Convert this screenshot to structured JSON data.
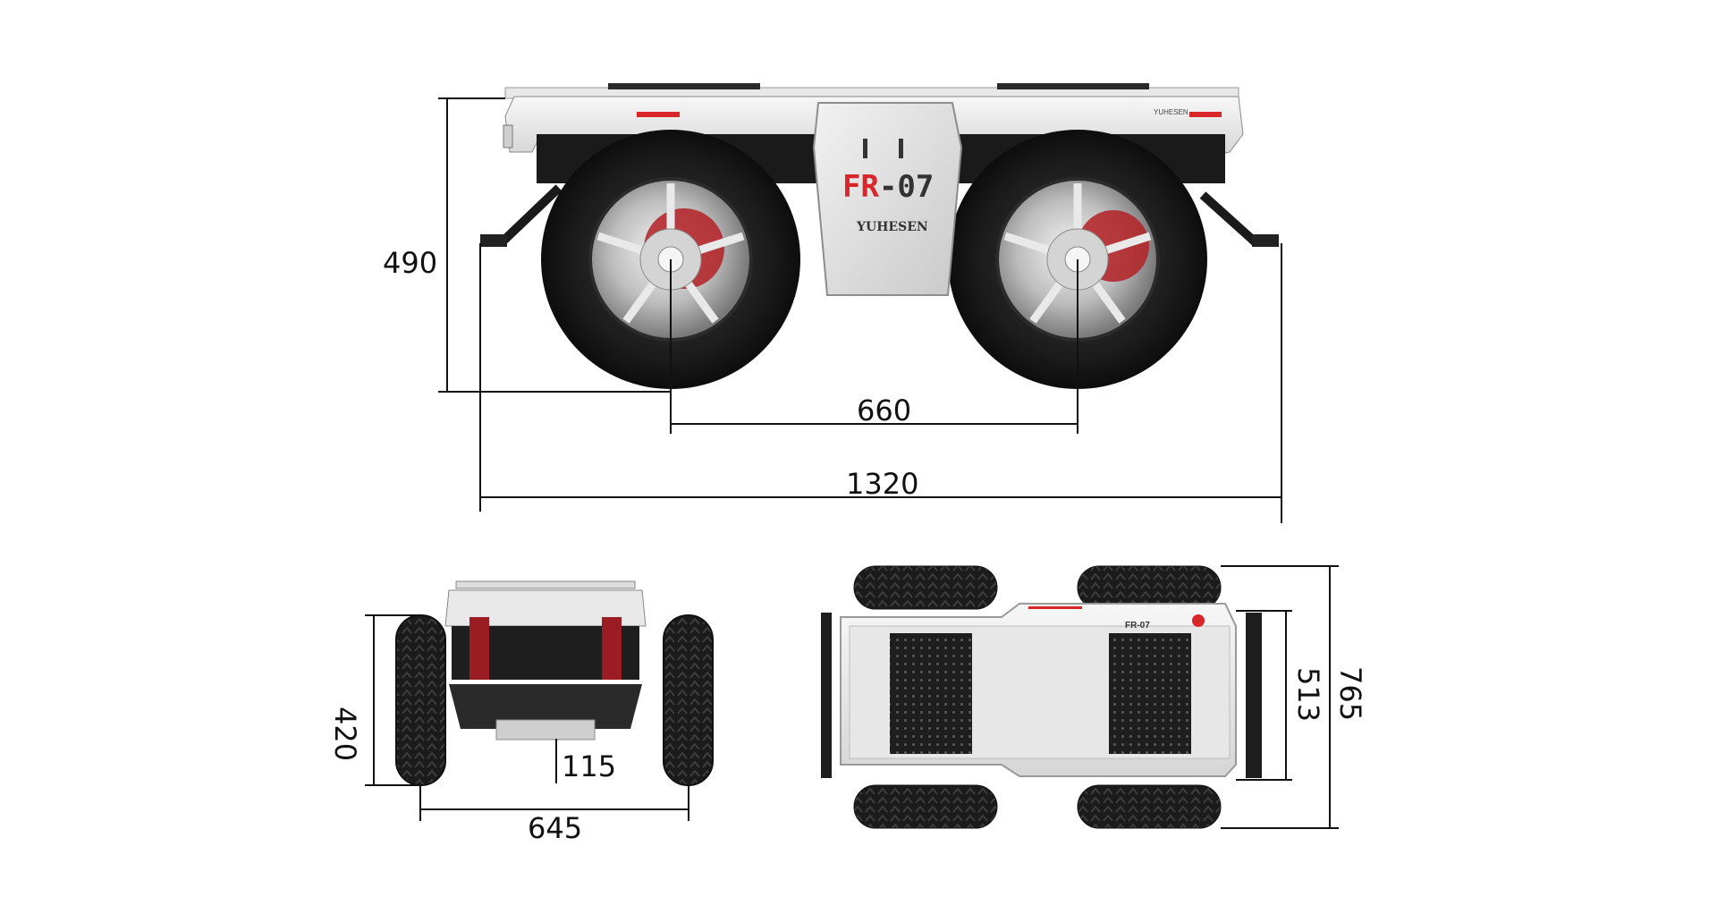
{
  "product": {
    "model_label": "FR-07",
    "model_prefix": "FR",
    "model_suffix": "-07",
    "brand_label": "YUHESEN",
    "deck_brand_label": "YUHESEN"
  },
  "dimensions": {
    "height_side": "490",
    "wheelbase": "660",
    "overall_length": "1320",
    "height_front": "420",
    "ground_clearance": "115",
    "track_width": "645",
    "body_width": "513",
    "overall_width": "765"
  },
  "colors": {
    "accent_red": "#d9262b",
    "tire": "#1a1a1a",
    "body_white": "#eeeeee",
    "metal": "#bfbfbf",
    "dimension_line": "#111111"
  }
}
